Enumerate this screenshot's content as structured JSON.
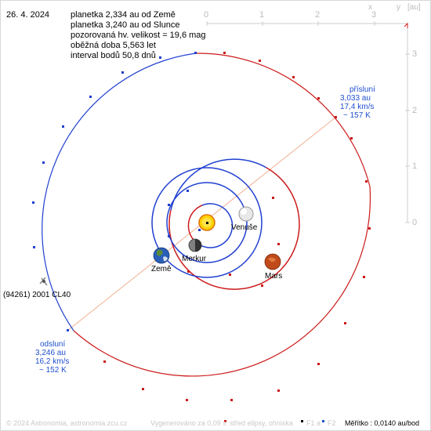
{
  "date": "26. 4. 2024",
  "info": {
    "line1": "planetka 2,334 au od Země",
    "line2": "planetka 3,240 au od Slunce",
    "line3": "pozorovaná hv. velikost = 19,6 mag",
    "line4": "oběžná doba 5,563 let",
    "line5": "interval bodů 50,8 dnů"
  },
  "axis": {
    "unit": "[au]",
    "x_label": "x",
    "y_label": "y",
    "ticks_top": [
      "0",
      "1",
      "2",
      "3"
    ],
    "ticks_right": [
      "3",
      "2",
      "1",
      "0"
    ]
  },
  "perihelion": {
    "title": "přísluní",
    "dist": "3,033 au",
    "speed": "17,4 km/s",
    "temp": "~ 157 K"
  },
  "aphelion": {
    "title": "odsluní",
    "dist": "3,246 au",
    "speed": "16,2 km/s",
    "temp": "~ 152 K"
  },
  "labels": {
    "venus": "Venuše",
    "mercury": "Merkur",
    "earth": "Země",
    "mars": "Mars",
    "asteroid": "(94261) 2001 CL40"
  },
  "footer": {
    "copyright": "© 2024 Astronomia, astronomia.zcu.cz",
    "generated": "Vygenerováno za 0,09 s",
    "legend_center": "střed elipsy, ohniska",
    "legend_f1": "F1 a",
    "legend_f2": "F2",
    "scale": "Měřítko : 0,0140 au/bod"
  },
  "colors": {
    "orbit_near": "#1f3fd0",
    "orbit_far": "#cc1a1a",
    "apsis_line": "#f0b090",
    "text_blue": "#1f4fd0",
    "sun": "#ffd200"
  }
}
